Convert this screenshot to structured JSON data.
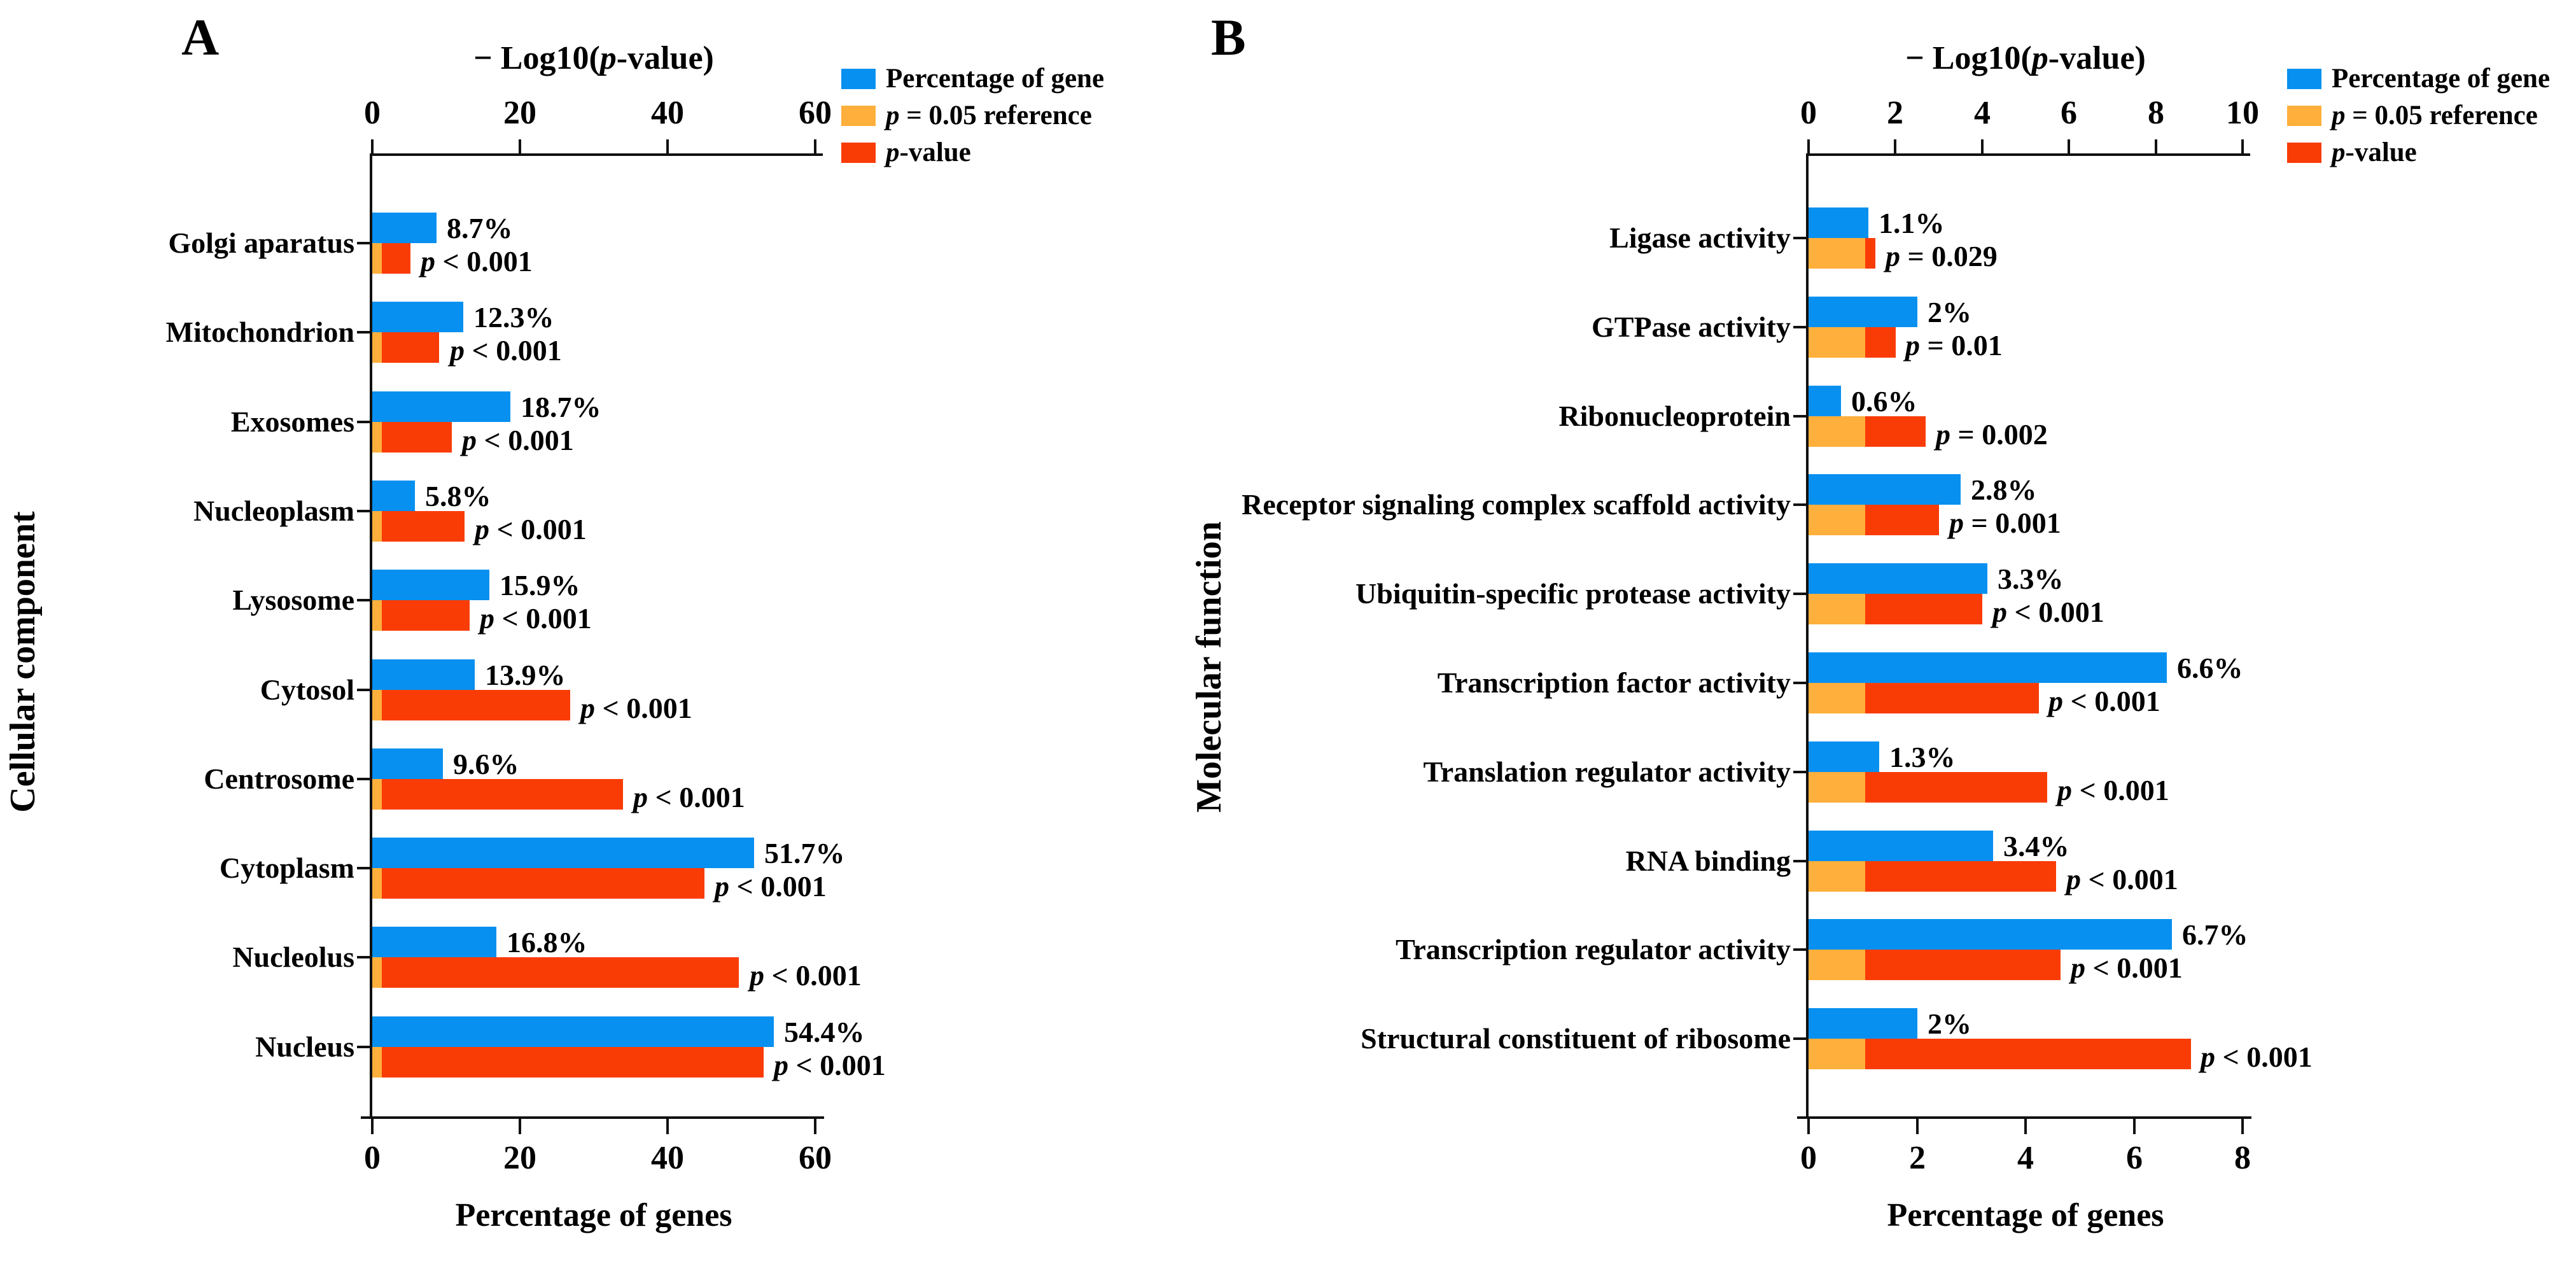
{
  "chart_data": [
    {
      "type": "bar",
      "orientation": "horizontal-grouped",
      "panel_label": "A",
      "group_axis_label": "Cellular component",
      "categories": [
        "Golgi aparatus",
        "Mitochondrion",
        "Exosomes",
        "Nucleoplasm",
        "Lysosome",
        "Cytosol",
        "Centrosome",
        "Cytoplasm",
        "Nucleolus",
        "Nucleus"
      ],
      "series": [
        {
          "name": "Percentage of gene",
          "axis": "bottom",
          "color": "#0790F0",
          "values": [
            8.7,
            12.3,
            18.7,
            5.8,
            15.9,
            13.9,
            9.6,
            51.7,
            16.8,
            54.4
          ]
        },
        {
          "name": "p = 0.05 reference",
          "axis": "top",
          "color": "#FFAF3B",
          "values": [
            1.3,
            1.3,
            1.3,
            1.3,
            1.3,
            1.3,
            1.3,
            1.3,
            1.3,
            1.3
          ]
        },
        {
          "name": "p-value",
          "axis": "top",
          "color": "#F93C06",
          "values": [
            5.2,
            9.1,
            10.8,
            12.5,
            13.2,
            26.8,
            34.0,
            45.0,
            49.7,
            53.0
          ]
        }
      ],
      "bar_value_labels": {
        "percent": [
          "8.7%",
          "12.3%",
          "18.7%",
          "5.8%",
          "15.9%",
          "13.9%",
          "9.6%",
          "51.7%",
          "16.8%",
          "54.4%"
        ],
        "p": [
          "p < 0.001",
          "p < 0.001",
          "p < 0.001",
          "p < 0.001",
          "p < 0.001",
          "p < 0.001",
          "p < 0.001",
          "p < 0.001",
          "p < 0.001",
          "p < 0.001"
        ]
      },
      "top_axis": {
        "title": "− Log10(p-value)",
        "range": [
          0,
          60
        ],
        "ticks": [
          0,
          20,
          40,
          60
        ]
      },
      "bottom_axis": {
        "title": "Percentage of genes",
        "range": [
          0,
          60
        ],
        "ticks": [
          0,
          20,
          40,
          60
        ]
      },
      "legend": [
        {
          "label": "Percentage of gene",
          "color": "#0790F0"
        },
        {
          "label": "p = 0.05 reference",
          "color": "#FFAF3B"
        },
        {
          "label": "p-value",
          "color": "#F93C06"
        }
      ],
      "legend_position": "top-right",
      "grid": false
    },
    {
      "type": "bar",
      "orientation": "horizontal-grouped",
      "panel_label": "B",
      "group_axis_label": "Molecular function",
      "categories": [
        "Ligase activity",
        "GTPase activity",
        "Ribonucleoprotein",
        "Receptor signaling complex scaffold activity",
        "Ubiquitin-specific protease activity",
        "Transcription factor activity",
        "Translation regulator activity",
        "RNA binding",
        "Transcription regulator activity",
        "Structural constituent of ribosome"
      ],
      "series": [
        {
          "name": "Percentage of gene",
          "axis": "bottom",
          "color": "#0790F0",
          "values": [
            1.1,
            2,
            0.6,
            2.8,
            3.3,
            6.6,
            1.3,
            3.4,
            6.7,
            2
          ]
        },
        {
          "name": "p = 0.05 reference",
          "axis": "top",
          "color": "#FFAF3B",
          "values": [
            1.3,
            1.3,
            1.3,
            1.3,
            1.3,
            1.3,
            1.3,
            1.3,
            1.3,
            1.3
          ]
        },
        {
          "name": "p-value",
          "axis": "top",
          "color": "#F93C06",
          "values": [
            1.54,
            2.0,
            2.7,
            3.0,
            4.0,
            5.3,
            5.5,
            5.7,
            5.8,
            8.8
          ]
        }
      ],
      "bar_value_labels": {
        "percent": [
          "1.1%",
          "2%",
          "0.6%",
          "2.8%",
          "3.3%",
          "6.6%",
          "1.3%",
          "3.4%",
          "6.7%",
          "2%"
        ],
        "p": [
          "p = 0.029",
          "p = 0.01",
          "p = 0.002",
          "p = 0.001",
          "p < 0.001",
          "p < 0.001",
          "p < 0.001",
          "p < 0.001",
          "p < 0.001",
          "p < 0.001"
        ]
      },
      "top_axis": {
        "title": "− Log10(p-value)",
        "range": [
          0,
          10
        ],
        "ticks": [
          0,
          2,
          4,
          6,
          8,
          10
        ]
      },
      "bottom_axis": {
        "title": "Percentage of genes",
        "range": [
          0,
          8
        ],
        "ticks": [
          0,
          2,
          4,
          6,
          8
        ]
      },
      "legend": [
        {
          "label": "Percentage of gene",
          "color": "#0790F0"
        },
        {
          "label": "p = 0.05 reference",
          "color": "#FFAF3B"
        },
        {
          "label": "p-value",
          "color": "#F93C06"
        }
      ],
      "legend_position": "top-right",
      "grid": false
    }
  ]
}
